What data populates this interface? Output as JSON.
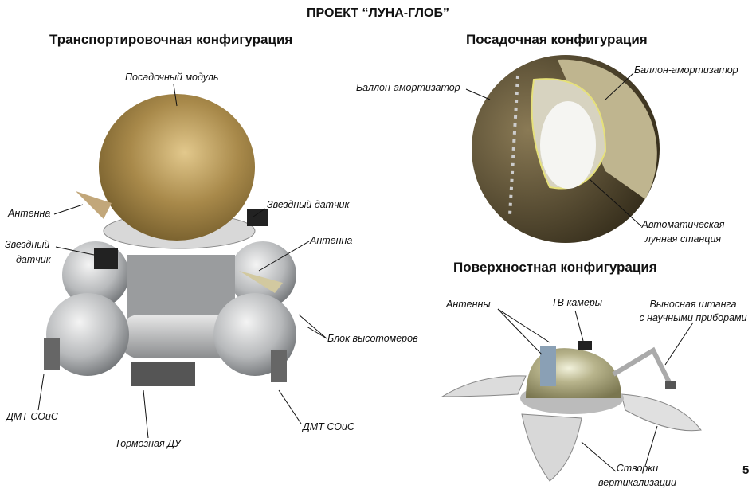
{
  "title": "ПРОЕКТ “ЛУНА-ГЛОБ”",
  "page_number": "5",
  "transport": {
    "heading": "Транспортировочная конфигурация",
    "labels": {
      "landing_module": "Посадочный модуль",
      "antenna_left": "Антенна",
      "star_sensor_right": "Звездный датчик",
      "star_sensor_left_1": "Звездный",
      "star_sensor_left_2": "датчик",
      "antenna_right": "Антенна",
      "altimeter_block": "Блок высотомеров",
      "dmt_left": "ДМТ СОиС",
      "dmt_right": "ДМТ СОиС",
      "brake_engine": "Тормозная ДУ"
    }
  },
  "landing": {
    "heading": "Посадочная конфигурация",
    "labels": {
      "airbag_left": "Баллон-амортизатор",
      "airbag_right": "Баллон-амортизатор",
      "station_1": "Автоматическая",
      "station_2": "лунная станция"
    }
  },
  "surface": {
    "heading": "Поверхностная конфигурация",
    "labels": {
      "antennas": "Антенны",
      "tv_cameras": "ТВ камеры",
      "boom_1": "Выносная штанга",
      "boom_2": "с научными приборами",
      "petals_1": "Створки",
      "petals_2": "вертикализации"
    }
  }
}
